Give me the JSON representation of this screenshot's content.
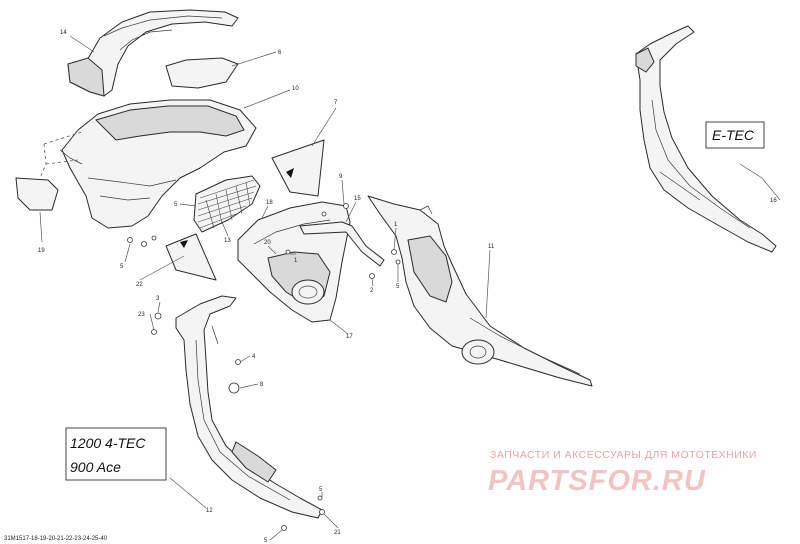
{
  "callouts": {
    "c1": "1",
    "c2": "2",
    "c3": "3",
    "c4": "4",
    "c5a": "5",
    "c5b": "5",
    "c5c": "5",
    "c5d": "5",
    "c6": "6",
    "c7": "7",
    "c8": "8",
    "c9": "9",
    "c10": "10",
    "c11": "11",
    "c12": "12",
    "c13": "13",
    "c14": "14",
    "c15": "15",
    "c16": "16",
    "c17": "17",
    "c18": "18",
    "c19": "19",
    "c20": "20",
    "c21": "21",
    "c22": "22",
    "c23": "23"
  },
  "variant_labels": {
    "etec": "E-TEC",
    "line1": "1200 4-TEC",
    "line2": "900 Ace"
  },
  "watermark": {
    "tagline": "ЗАПЧАСТИ И АКСЕССУАРЫ ДЛЯ МОТОТЕХНИКИ",
    "logo": "PARTSFOR.RU"
  },
  "footer": {
    "drawing_code": "31M1517-18-19-20-21-22-23-24-25-40"
  }
}
